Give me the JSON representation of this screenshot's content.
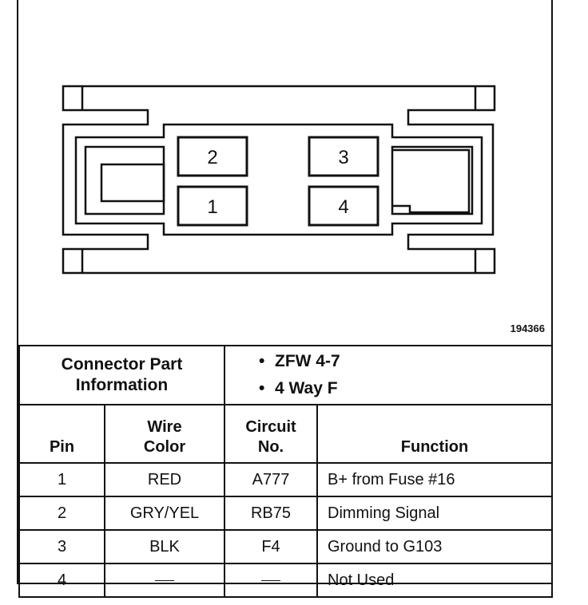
{
  "figure_id": "194366",
  "connector": {
    "pins": [
      {
        "pin": "2",
        "position": "upper-left"
      },
      {
        "pin": "3",
        "position": "upper-right"
      },
      {
        "pin": "1",
        "position": "lower-left"
      },
      {
        "pin": "4",
        "position": "lower-right"
      }
    ]
  },
  "info": {
    "label_line1": "Connector Part",
    "label_line2": "Information",
    "values": [
      "ZFW 4-7",
      "4 Way F"
    ],
    "bullet": "•"
  },
  "table": {
    "headers": {
      "pin": "Pin",
      "wire_color_line1": "Wire",
      "wire_color_line2": "Color",
      "circuit_line1": "Circuit",
      "circuit_line2": "No.",
      "function": "Function"
    },
    "rows": [
      {
        "pin": "1",
        "wire_color": "RED",
        "circuit": "A777",
        "function": "B+ from Fuse #16"
      },
      {
        "pin": "2",
        "wire_color": "GRY/YEL",
        "circuit": "RB75",
        "function": "Dimming Signal"
      },
      {
        "pin": "3",
        "wire_color": "BLK",
        "circuit": "F4",
        "function": "Ground to G103"
      },
      {
        "pin": "4",
        "wire_color": "",
        "circuit": "",
        "function": "Not Used"
      }
    ]
  }
}
